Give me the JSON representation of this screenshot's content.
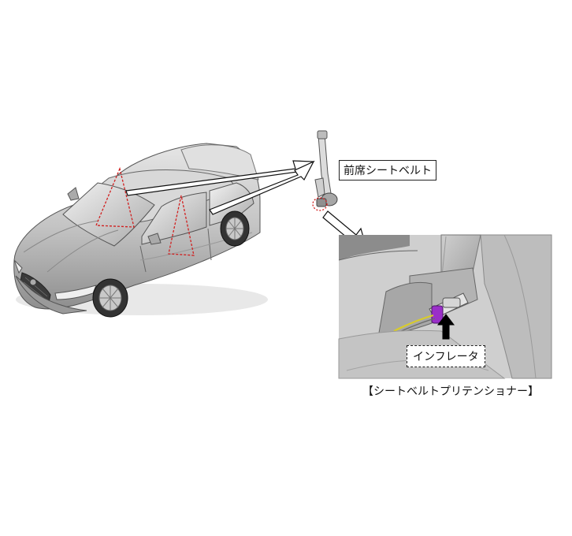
{
  "labels": {
    "front_seatbelt": "前席シートベルト",
    "inflator": "インフレータ",
    "caption": "【シートベルトプリテンショナー】"
  },
  "colors": {
    "marker_red": "#d11f1f",
    "inflator_purple": "#9a2fc8",
    "wire_yellow": "#d9cc2a",
    "car_body": "#c7c7c7"
  }
}
